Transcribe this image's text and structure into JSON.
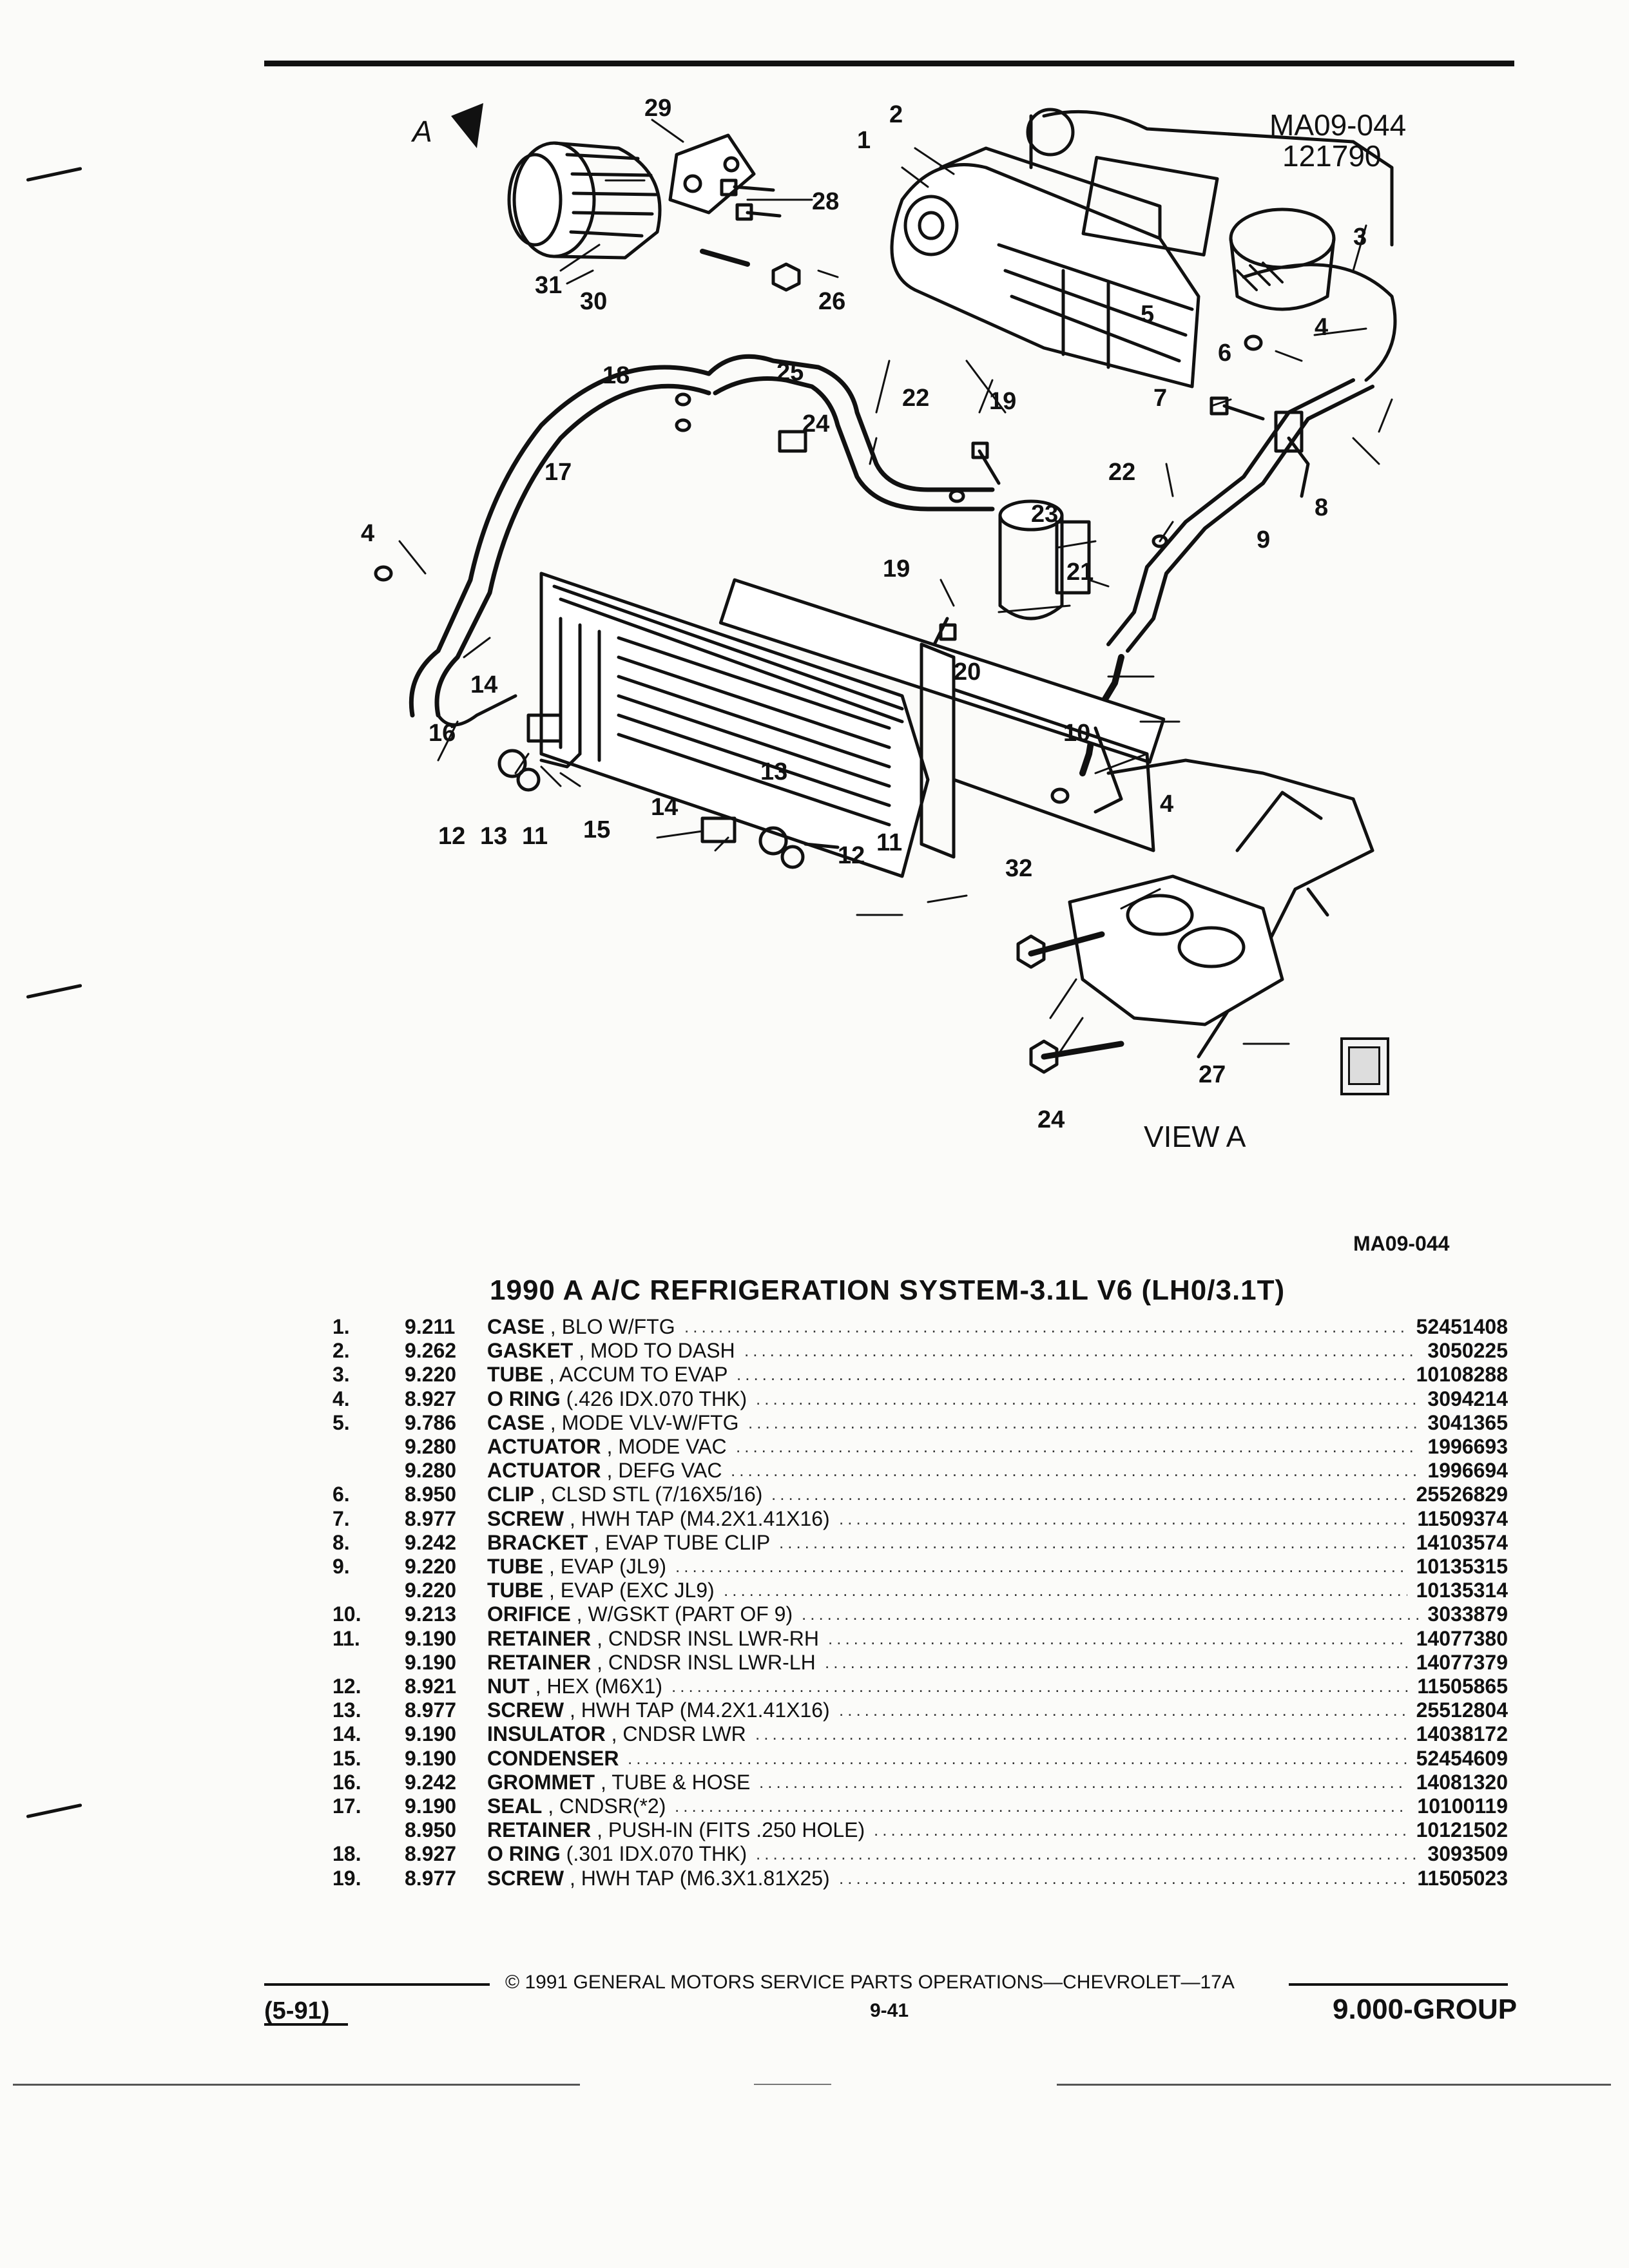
{
  "diagram": {
    "ref_code": "MA09-044",
    "ref_date": "121790",
    "view_marker": "A",
    "view_label": "VIEW  A",
    "figure_ref": "MA09-044",
    "callouts": [
      "1",
      "2",
      "3",
      "4",
      "4",
      "4",
      "5",
      "6",
      "7",
      "8",
      "9",
      "10",
      "11",
      "11",
      "12",
      "12",
      "13",
      "13",
      "14",
      "14",
      "15",
      "16",
      "17",
      "18",
      "19",
      "19",
      "20",
      "21",
      "22",
      "22",
      "23",
      "24",
      "24",
      "25",
      "26",
      "27",
      "28",
      "29",
      "30",
      "31",
      "32"
    ]
  },
  "table": {
    "title": "1990 A A/C REFRIGERATION SYSTEM-3.1L V6 (LH0/3.1T)",
    "rows": [
      {
        "item": "1.",
        "code": "9.211",
        "name": "CASE",
        "detail": " , BLO W/FTG",
        "pn": "52451408"
      },
      {
        "item": "2.",
        "code": "9.262",
        "name": "GASKET",
        "detail": " , MOD TO DASH",
        "pn": "3050225"
      },
      {
        "item": "3.",
        "code": "9.220",
        "name": "TUBE",
        "detail": " , ACCUM TO EVAP",
        "pn": "10108288"
      },
      {
        "item": "4.",
        "code": "8.927",
        "name": "O RING",
        "detail": " (.426 IDX.070 THK)",
        "pn": "3094214"
      },
      {
        "item": "5.",
        "code": "9.786",
        "name": "CASE",
        "detail": " , MODE VLV-W/FTG",
        "pn": "3041365"
      },
      {
        "item": "",
        "code": "9.280",
        "name": "ACTUATOR",
        "detail": " , MODE VAC",
        "pn": "1996693"
      },
      {
        "item": "",
        "code": "9.280",
        "name": "ACTUATOR",
        "detail": " , DEFG VAC",
        "pn": "1996694"
      },
      {
        "item": "6.",
        "code": "8.950",
        "name": "CLIP",
        "detail": " , CLSD STL (7/16X5/16)",
        "pn": "25526829"
      },
      {
        "item": "7.",
        "code": "8.977",
        "name": "SCREW",
        "detail": " , HWH TAP (M4.2X1.41X16)",
        "pn": "11509374"
      },
      {
        "item": "8.",
        "code": "9.242",
        "name": "BRACKET",
        "detail": " , EVAP TUBE CLIP",
        "pn": "14103574"
      },
      {
        "item": "9.",
        "code": "9.220",
        "name": "TUBE",
        "detail": " , EVAP (JL9)",
        "pn": "10135315"
      },
      {
        "item": "",
        "code": "9.220",
        "name": "TUBE",
        "detail": " , EVAP (EXC JL9)",
        "pn": "10135314"
      },
      {
        "item": "10.",
        "code": "9.213",
        "name": "ORIFICE",
        "detail": " , W/GSKT (PART OF 9)",
        "pn": "3033879"
      },
      {
        "item": "11.",
        "code": "9.190",
        "name": "RETAINER",
        "detail": " , CNDSR INSL LWR-RH",
        "pn": "14077380"
      },
      {
        "item": "",
        "code": "9.190",
        "name": "RETAINER",
        "detail": " , CNDSR INSL LWR-LH",
        "pn": "14077379"
      },
      {
        "item": "12.",
        "code": "8.921",
        "name": "NUT",
        "detail": " , HEX (M6X1)",
        "pn": "11505865"
      },
      {
        "item": "13.",
        "code": "8.977",
        "name": "SCREW",
        "detail": " , HWH TAP (M4.2X1.41X16)",
        "pn": "25512804"
      },
      {
        "item": "14.",
        "code": "9.190",
        "name": "INSULATOR",
        "detail": " , CNDSR LWR",
        "pn": "14038172"
      },
      {
        "item": "15.",
        "code": "9.190",
        "name": "CONDENSER",
        "detail": "",
        "pn": "52454609"
      },
      {
        "item": "16.",
        "code": "9.242",
        "name": "GROMMET",
        "detail": " , TUBE & HOSE",
        "pn": "14081320"
      },
      {
        "item": "17.",
        "code": "9.190",
        "name": "SEAL",
        "detail": " , CNDSR(*2)",
        "pn": "10100119"
      },
      {
        "item": "",
        "code": "8.950",
        "name": "RETAINER",
        "detail": " , PUSH-IN (FITS .250 HOLE)",
        "pn": "10121502"
      },
      {
        "item": "18.",
        "code": "8.927",
        "name": "O RING",
        "detail": " (.301 IDX.070 THK)",
        "pn": "3093509"
      },
      {
        "item": "19.",
        "code": "8.977",
        "name": "SCREW",
        "detail": " , HWH TAP (M6.3X1.81X25)",
        "pn": "11505023"
      }
    ]
  },
  "footer": {
    "copyright": "©  1991  GENERAL MOTORS SERVICE PARTS OPERATIONS—CHEVROLET—17A",
    "date_code": "(5-91)",
    "page": "9-41",
    "group": "9.000-GROUP"
  }
}
